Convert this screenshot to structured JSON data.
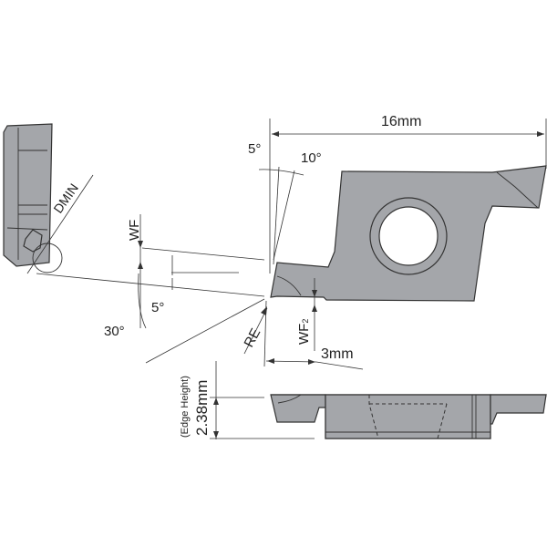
{
  "labels": {
    "length": "16mm",
    "angle_5_top": "5°",
    "angle_10": "10°",
    "dmin": "DMIN",
    "wf": "WF",
    "angle_5_mid": "5°",
    "angle_30": "30°",
    "re": "RE",
    "wf2": "WF",
    "wf2_sub": "2",
    "width_3": "3mm",
    "edge_height_caption": "(Edge Height)",
    "edge_height_value": "2.38mm"
  },
  "colors": {
    "insert": "#a4a6aa",
    "line": "#333333"
  }
}
